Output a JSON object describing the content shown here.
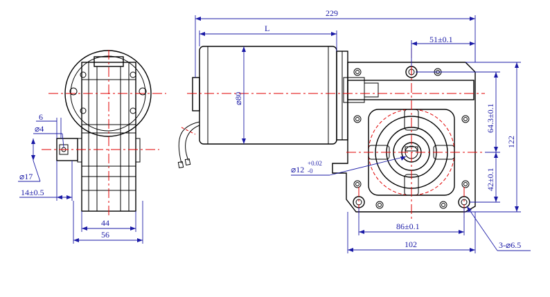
{
  "colors": {
    "object_lines": "#000000",
    "center_lines": "#e00000",
    "dimension_lines": "#1a1aa6",
    "background": "#ffffff"
  },
  "dimensions": {
    "overall_length": "229",
    "motor_length": "L",
    "motor_diameter": "⌀80",
    "offset_51": "51±0.1",
    "offset_64": "64.3±0.1",
    "height_122": "122",
    "offset_42": "42±0.1",
    "shaft_diameter": "⌀12",
    "shaft_tol_upper": "+0.02",
    "shaft_tol_lower": "-0",
    "hole_spacing_86": "86±0.1",
    "base_width_102": "102",
    "mount_holes": "3-⌀6.5",
    "side_6": "6",
    "side_d4": "⌀4",
    "side_d17": "⌀17",
    "side_14": "14±0.5",
    "side_44": "44",
    "side_56": "56"
  }
}
